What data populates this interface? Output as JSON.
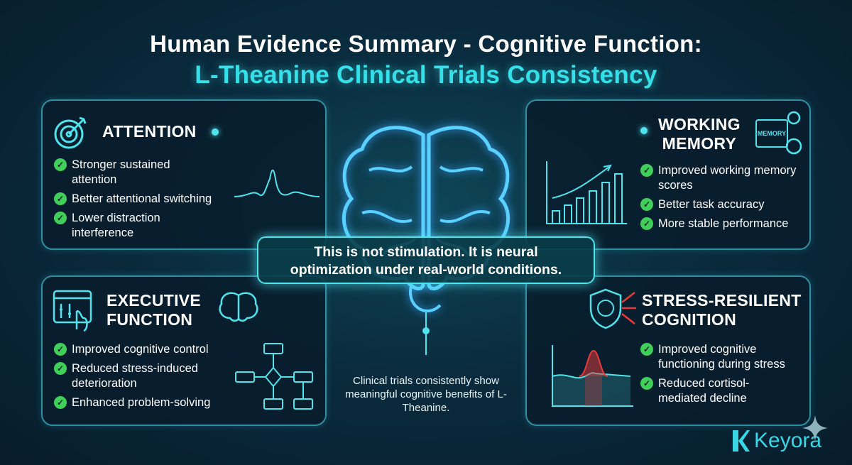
{
  "title": {
    "line1": "Human Evidence Summary - Cognitive Function:",
    "line2": "L-Theanine Clinical Trials Consistency"
  },
  "panels": {
    "attention": {
      "heading": "ATTENTION",
      "items": [
        "Stronger sustained attention",
        "Better attentional switching",
        "Lower distraction interference"
      ]
    },
    "working_memory": {
      "heading_l1": "WORKING",
      "heading_l2": "MEMORY",
      "icon_label": "MEMORY",
      "items": [
        "Improved working memory scores",
        "Better task accuracy",
        "More stable performance"
      ]
    },
    "executive": {
      "heading_l1": "EXECUTIVE",
      "heading_l2": "FUNCTION",
      "items": [
        "Improved cognitive control",
        "Reduced stress-induced deterioration",
        "Enhanced problem-solving"
      ]
    },
    "stress": {
      "heading_l1": "STRESS-RESILIENT",
      "heading_l2": "COGNITION",
      "items": [
        "Improved cognitive functioning during stress",
        "Reduced cortisol-mediated decline"
      ]
    }
  },
  "callout": {
    "line1": "This is not stimulation. It is neural",
    "line2": "optimization under real-world conditions."
  },
  "footer_note": "Clinical trials consistently show meaningful cognitive benefits of L-Theanine.",
  "brand": "Keyora",
  "colors": {
    "accent": "#35e0e8",
    "check": "#3fcf5a",
    "stress": "#e83a3a"
  }
}
